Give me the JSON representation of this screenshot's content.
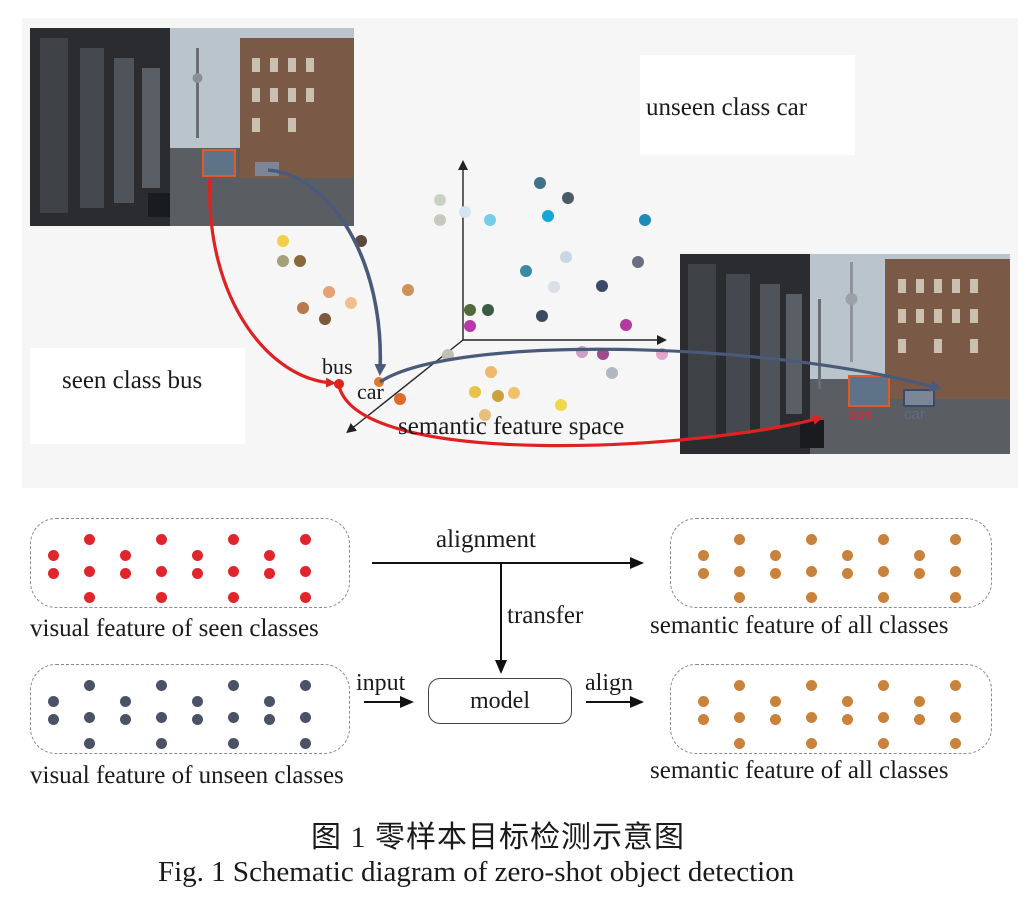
{
  "top_panel": {
    "labels": {
      "unseen_class_car": "unseen class car",
      "seen_class_bus": "seen class bus",
      "bus_point": "bus",
      "car_point": "car",
      "semantic_space": "semantic feature space",
      "photo_bus_tag": "bus",
      "photo_car_tag": "car"
    },
    "colors": {
      "red_arrow": "#e02121",
      "blue_arrow": "#4a5a7a",
      "bus_box": "#e05a2a",
      "car_box": "#3a4a6a"
    }
  },
  "bottom_panel": {
    "labels": {
      "visual_seen": "visual feature of seen classes",
      "visual_unseen": "visual feature of unseen classes",
      "semantic_all_1": "semantic feature of all classes",
      "semantic_all_2": "semantic feature of all classes",
      "alignment": "alignment",
      "transfer": "transfer",
      "input": "input",
      "align": "align",
      "model": "model"
    },
    "colors": {
      "seen_dots": "#e0262c",
      "unseen_dots": "#4a5366",
      "semantic_dots": "#c8823c"
    }
  },
  "caption": {
    "chinese": "图 1 零样本目标检测示意图",
    "english": "Fig. 1 Schematic diagram of zero-shot object detection"
  }
}
